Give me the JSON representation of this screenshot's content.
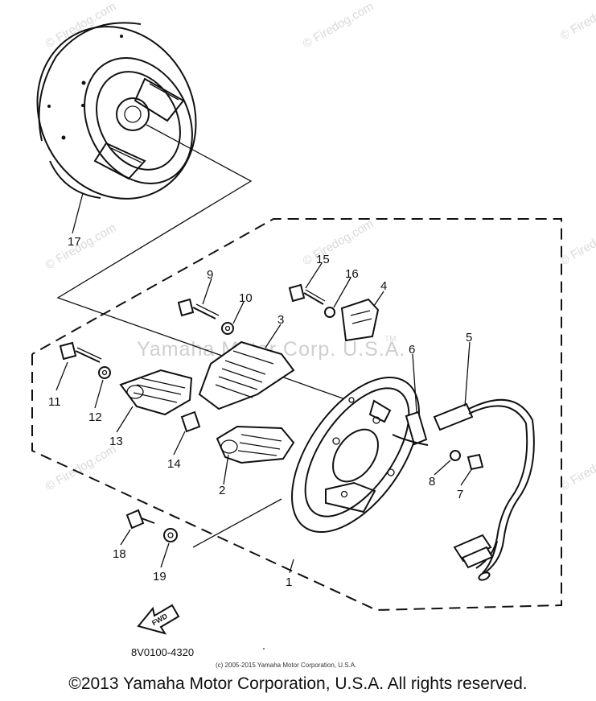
{
  "watermarks": {
    "firedog": "© Firedog.com",
    "yamaha": "Yamaha Motor Corp. U.S.A.",
    "tm": "TM"
  },
  "callouts": {
    "c1": "1",
    "c2": "2",
    "c3": "3",
    "c4": "4",
    "c5": "5",
    "c6": "6",
    "c7": "7",
    "c8": "8",
    "c9": "9",
    "c10": "10",
    "c11": "11",
    "c12": "12",
    "c13": "13",
    "c14": "14",
    "c15": "15",
    "c16": "16",
    "c17": "17",
    "c18": "18",
    "c19": "19"
  },
  "fwd_label": "FWD",
  "diagram_code": "8V0100-4320",
  "small_copyright": "(c) 2005-2015 Yamaha Motor Corporation, U.S.A.",
  "footer_copyright": "©2013 Yamaha Motor Corporation, U.S.A. All rights reserved."
}
